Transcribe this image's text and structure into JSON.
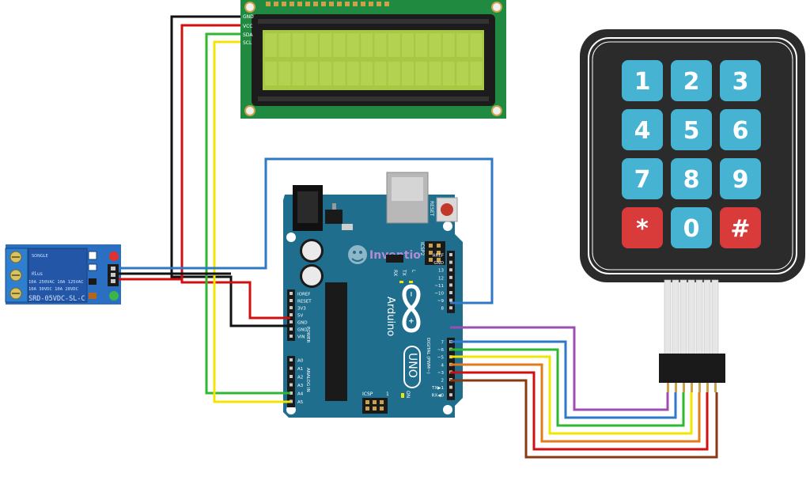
{
  "lcd": {
    "pins": [
      "GND",
      "VCC",
      "SDA",
      "SCL"
    ]
  },
  "arduino": {
    "brand": "Arduino",
    "model": "UNO",
    "logo_text": "Inventio",
    "reset_label": "RESET",
    "icsp_label": "ICSP",
    "icsp2_label": "ICSP2",
    "on_label": "ON",
    "tx_label": "TX",
    "rx_label": "RX",
    "l_label": "L",
    "power_header_title": "POWER",
    "analog_header_title": "ANALOG IN",
    "digital_header_title": "DIGITAL (PWM~)",
    "power_pins": [
      "IOREF",
      "RESET",
      "3V3",
      "5V",
      "GND",
      "GND",
      "VIN"
    ],
    "analog_pins": [
      "A0",
      "A1",
      "A2",
      "A3",
      "A4",
      "A5"
    ],
    "digital_top_pins": [
      "AREF",
      "GND",
      "13",
      "12",
      "~11",
      "~10",
      "~9",
      "8"
    ],
    "digital_bottom_pins": [
      "7",
      "~6",
      "~5",
      "4",
      "~3",
      "2",
      "TX▶1",
      "RX◀0"
    ]
  },
  "relay": {
    "model": "SRD-05VDC-SL-C",
    "rating_1": "10A 250VAC  10A 125VAC",
    "rating_2": "10A  30VDC  10A  28VDC",
    "ul_mark": "ᖇᒪus",
    "brand": "SONGLE"
  },
  "keypad": {
    "keys": [
      "1",
      "2",
      "3",
      "4",
      "5",
      "6",
      "7",
      "8",
      "9",
      "*",
      "0",
      "#"
    ]
  },
  "colors": {
    "board": "#1f6e8e",
    "lcd_pcb": "#1f8a40",
    "lcd_screen": "#a7c843",
    "relay_pcb": "#2a6fc2",
    "key_blue": "#45b3d1",
    "key_red": "#d93a3a",
    "keypad_body": "#2b2b2b",
    "wire_red": "#d10f0f",
    "wire_black": "#111111",
    "wire_green": "#2fb82f",
    "wire_yellow": "#f2e500",
    "wire_blue": "#2e78c7",
    "wire_purple": "#9b4fb0",
    "wire_orange": "#e37b1a",
    "wire_brown": "#8a3a10"
  }
}
